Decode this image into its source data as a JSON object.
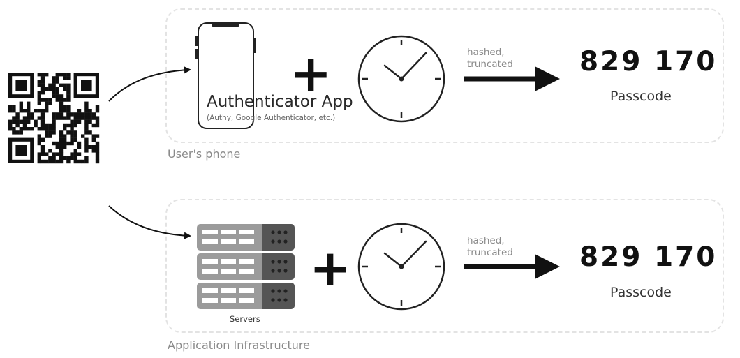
{
  "qr": {
    "icon": "qr-code-icon"
  },
  "phone_panel": {
    "caption": "User's phone",
    "app_title": "Authenticator App",
    "app_subtitle": "(Authy, Google Authenticator, etc.)",
    "plus": "+",
    "note_line1": "hashed,",
    "note_line2": "truncated",
    "passcode": "829 170",
    "passcode_label": "Passcode"
  },
  "infra_panel": {
    "caption": "Application Infrastructure",
    "servers_label": "Servers",
    "plus": "+",
    "note_line1": "hashed,",
    "note_line2": "truncated",
    "passcode": "829 170",
    "passcode_label": "Passcode"
  },
  "colors": {
    "panel_border": "#e3e3e3",
    "server_light": "#9b9b9b",
    "server_dark": "#555555",
    "caption_gray": "#8a8a8a"
  }
}
